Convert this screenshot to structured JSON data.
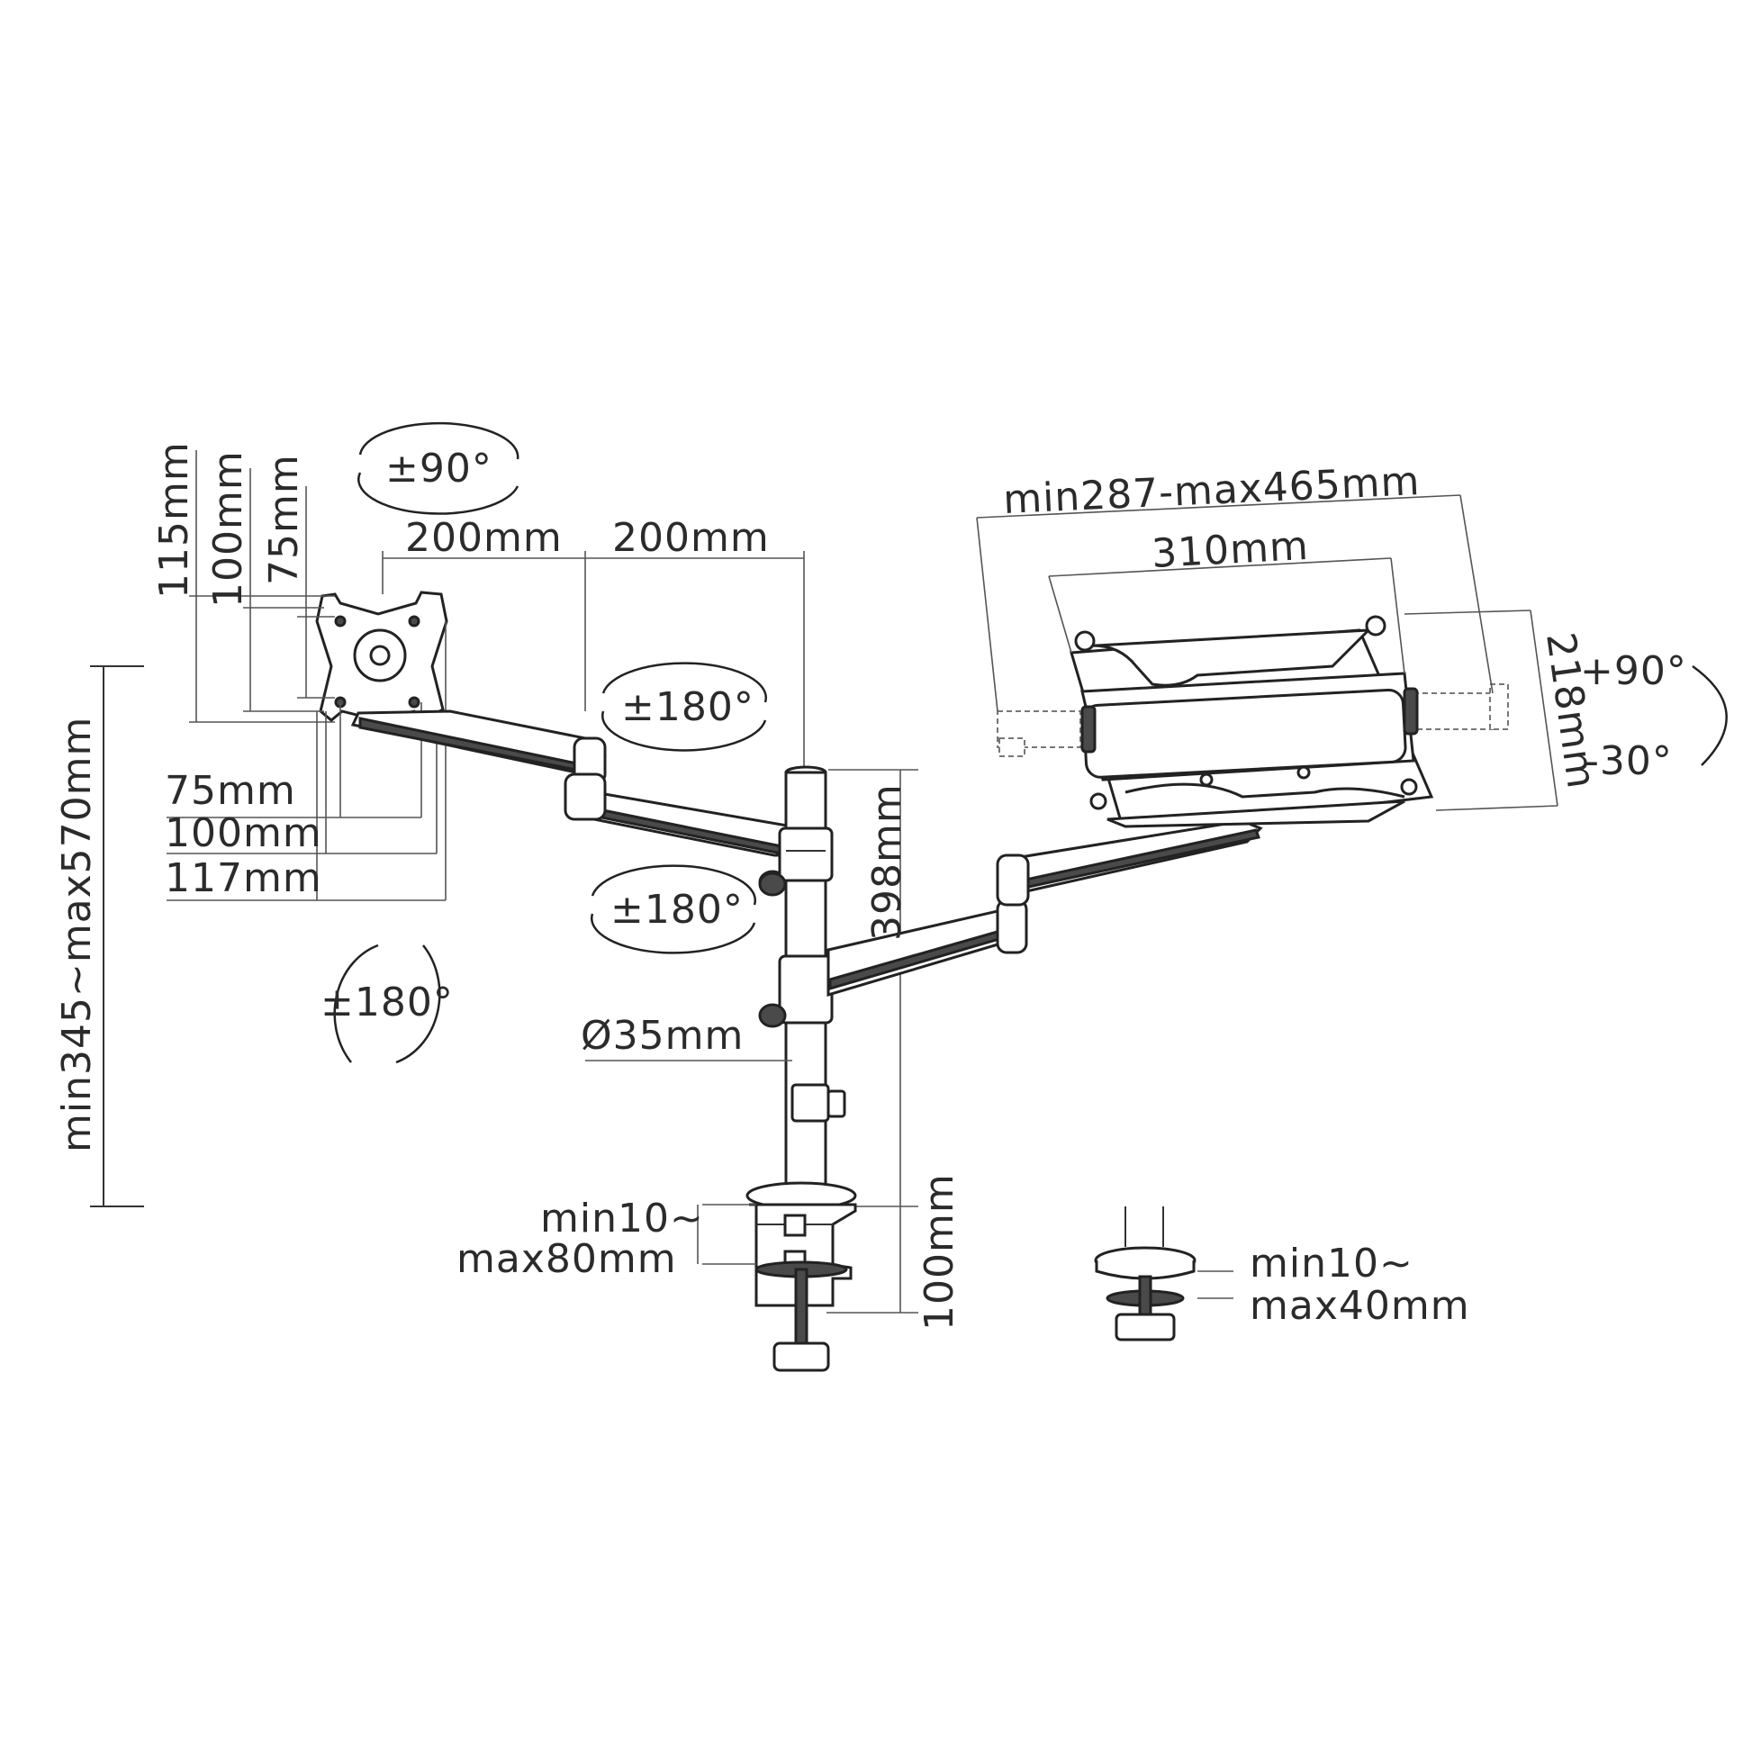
{
  "labels": {
    "vesa_h_115": "115mm",
    "vesa_h_100": "100mm",
    "vesa_h_75": "75mm",
    "vesa_w_75": "75mm",
    "vesa_w_100": "100mm",
    "vesa_w_117": "117mm",
    "arm_len_1": "200mm",
    "arm_len_2": "200mm",
    "tilt_top": "±90°",
    "swivel_arm_1": "±180°",
    "swivel_arm_2": "±180°",
    "rotate_plate": "±180°",
    "height_range": "min345~max570mm",
    "pole_height": "398mm",
    "pole_diameter": "Ø35mm",
    "clamp_base": "100mm",
    "clamp_range_line1": "min10~",
    "clamp_range_line2": "max80mm",
    "grommet_range_line1": "min10~",
    "grommet_range_line2": "max40mm",
    "tray_width_range": "min287-max465mm",
    "tray_width": "310mm",
    "tray_depth": "218mm",
    "tray_tilt_up": "+90°",
    "tray_tilt_down": "-30°"
  }
}
